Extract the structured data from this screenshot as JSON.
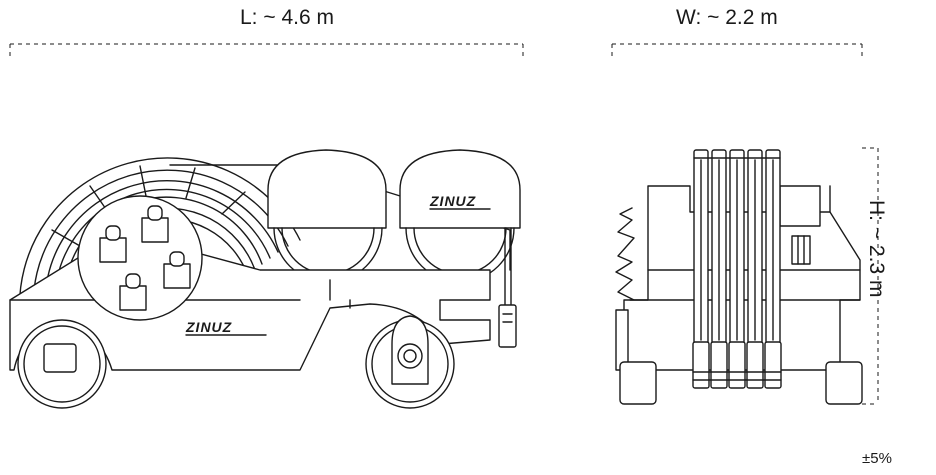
{
  "dimensions": {
    "length": "L: ~ 4.6 m",
    "width": "W: ~ 2.2 m",
    "height": "H: ~ 2.3 m",
    "tolerance": "±5%"
  },
  "brand": {
    "side_logo": "ZINUZ",
    "tank_logo": "ZINUZ"
  }
}
